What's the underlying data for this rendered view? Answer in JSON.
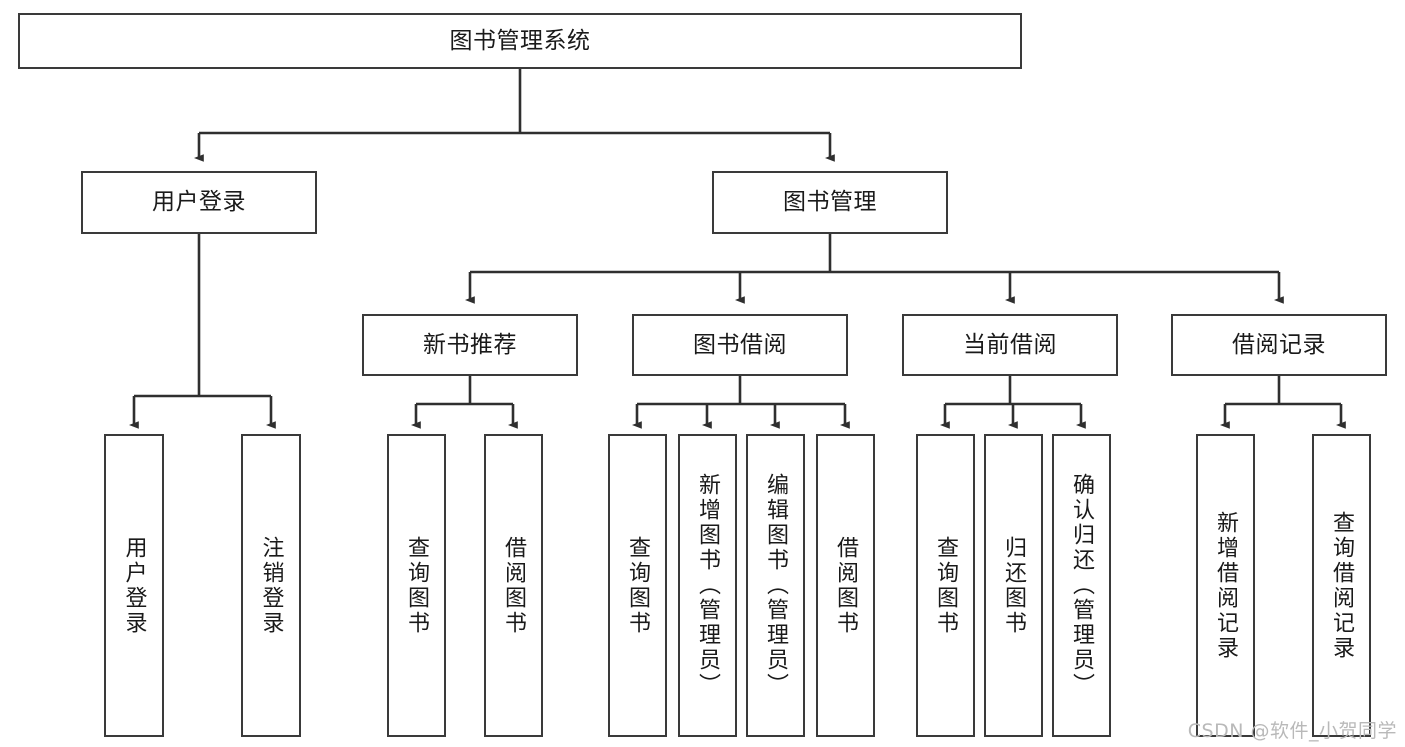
{
  "diagram": {
    "title": "图书管理系统",
    "watermark": "CSDN @软件_小贺同学",
    "line_color": "#3a3a3a",
    "box_fill": "#ffffff",
    "text_color": "#1a1a1a",
    "watermark_color": "#b9b9b9"
  },
  "nodes": {
    "root": {
      "label": "图书管理系统"
    },
    "level2": [
      {
        "label": "用户登录"
      },
      {
        "label": "图书管理"
      }
    ],
    "level3": [
      {
        "label": "新书推荐"
      },
      {
        "label": "图书借阅"
      },
      {
        "label": "当前借阅"
      },
      {
        "label": "借阅记录"
      }
    ],
    "leaves": {
      "user_login": [
        {
          "label": "用户登录"
        },
        {
          "label": "注销登录"
        }
      ],
      "new_book_recommend": [
        {
          "label": "查询图书"
        },
        {
          "label": "借阅图书"
        }
      ],
      "book_borrow": [
        {
          "label": "查询图书"
        },
        {
          "label": "新增图书（管理员）"
        },
        {
          "label": "编辑图书（管理员）"
        },
        {
          "label": "借阅图书"
        }
      ],
      "current_borrow": [
        {
          "label": "查询图书"
        },
        {
          "label": "归还图书"
        },
        {
          "label": "确认归还（管理员）"
        }
      ],
      "borrow_record": [
        {
          "label": "新增借阅记录"
        },
        {
          "label": "查询借阅记录"
        }
      ]
    }
  }
}
